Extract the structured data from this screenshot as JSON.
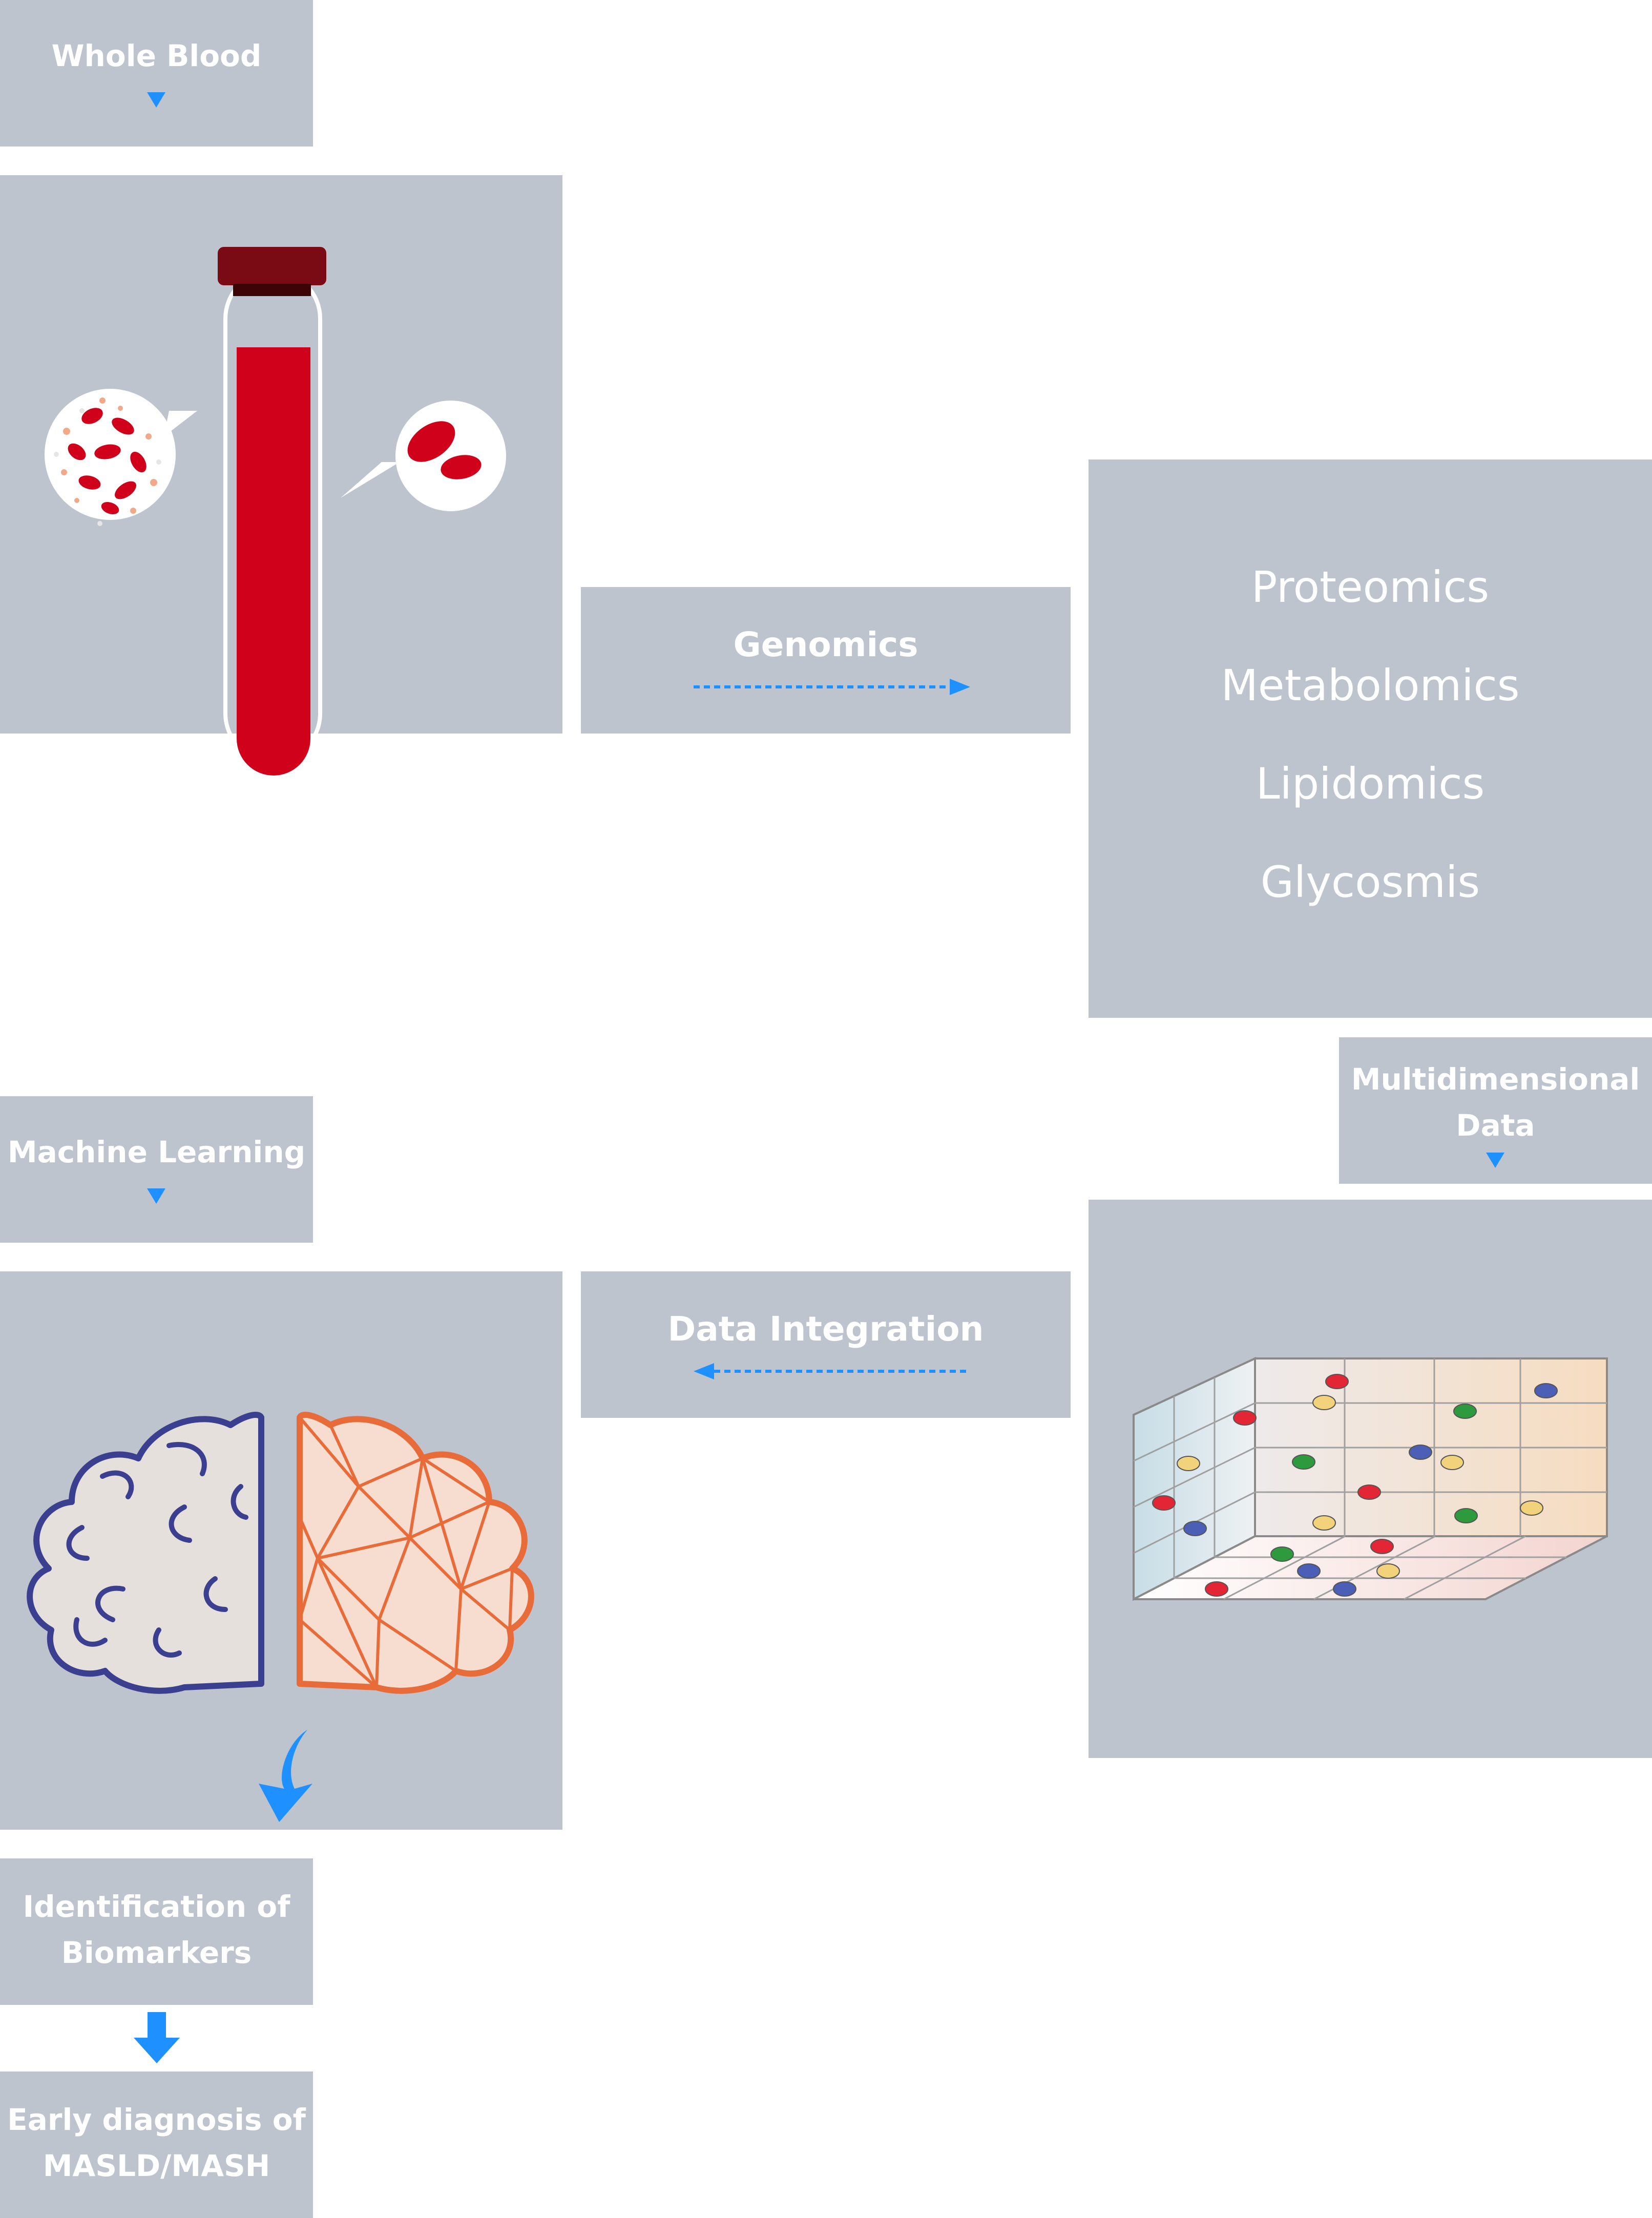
{
  "labels": {
    "whole_blood": "Whole Blood",
    "genomics": "Genomics",
    "omics": [
      "Proteomics",
      "Metabolomics",
      "Lipidomics",
      "Glycosmis"
    ],
    "multidimensional_line1": "Multidimensional",
    "multidimensional_line2": "Data",
    "machine_learning": "Machine Learning",
    "data_integration": "Data Integration",
    "biomarkers_line1": "Identification of",
    "biomarkers_line2": "Biomarkers",
    "diagnosis_line1": "Early diagnosis of",
    "diagnosis_line2": "MASLD/MASH"
  },
  "colors": {
    "panel": "#bec4ce",
    "arrow": "#1e90ff",
    "blood": "#d0021b",
    "cap": "#7a0a14",
    "brain_outline": "#3b3f8f",
    "brain_mesh": "#e86c3a"
  }
}
